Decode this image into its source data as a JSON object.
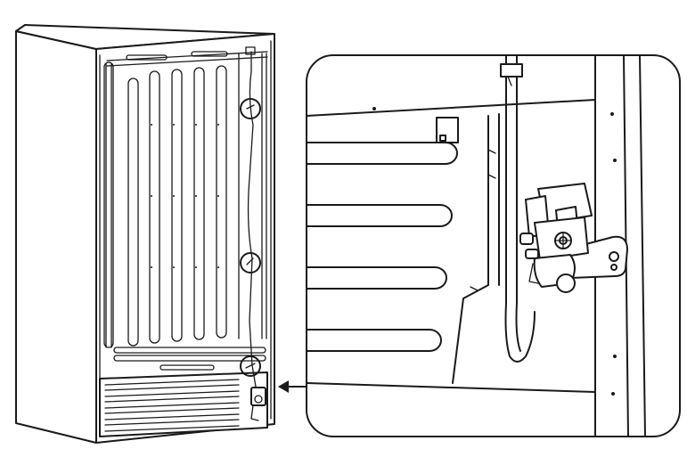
{
  "figure": {
    "subject": "refrigerator-rear-water-valve-installation",
    "elements": [
      "refrigerator-cabinet-rear",
      "condenser-coils",
      "water-line",
      "line-clips",
      "water-valve",
      "mounting-bracket",
      "detail-callout-arrow"
    ],
    "callout_circles": 4,
    "colors": {
      "stroke": "#1a1a1a",
      "background": "#ffffff"
    }
  }
}
